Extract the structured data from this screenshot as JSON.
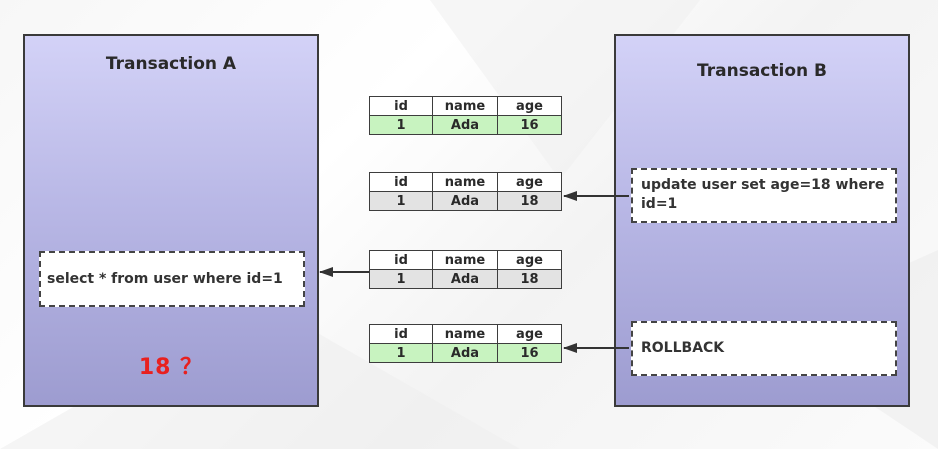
{
  "transaction_a": {
    "title": "Transaction A",
    "query": "select * from user where id=1",
    "result": "18 ？"
  },
  "transaction_b": {
    "title": "Transaction B",
    "update_query": "update user set age=18 where id=1",
    "rollback": "ROLLBACK"
  },
  "tables": [
    {
      "headers": [
        "id",
        "name",
        "age"
      ],
      "row": [
        "1",
        "Ada",
        "16"
      ],
      "row_color": "#c8f3c0"
    },
    {
      "headers": [
        "id",
        "name",
        "age"
      ],
      "row": [
        "1",
        "Ada",
        "18"
      ],
      "row_color": "#e3e3e3"
    },
    {
      "headers": [
        "id",
        "name",
        "age"
      ],
      "row": [
        "1",
        "Ada",
        "18"
      ],
      "row_color": "#e3e3e3"
    },
    {
      "headers": [
        "id",
        "name",
        "age"
      ],
      "row": [
        "1",
        "Ada",
        "16"
      ],
      "row_color": "#c8f3c0"
    }
  ],
  "colors": {
    "panel_gradient_top": "#d3d2f7",
    "panel_gradient_bottom": "#9d9cd0",
    "result_red": "#e8201f",
    "row_green": "#c8f3c0",
    "row_gray": "#e3e3e3"
  }
}
